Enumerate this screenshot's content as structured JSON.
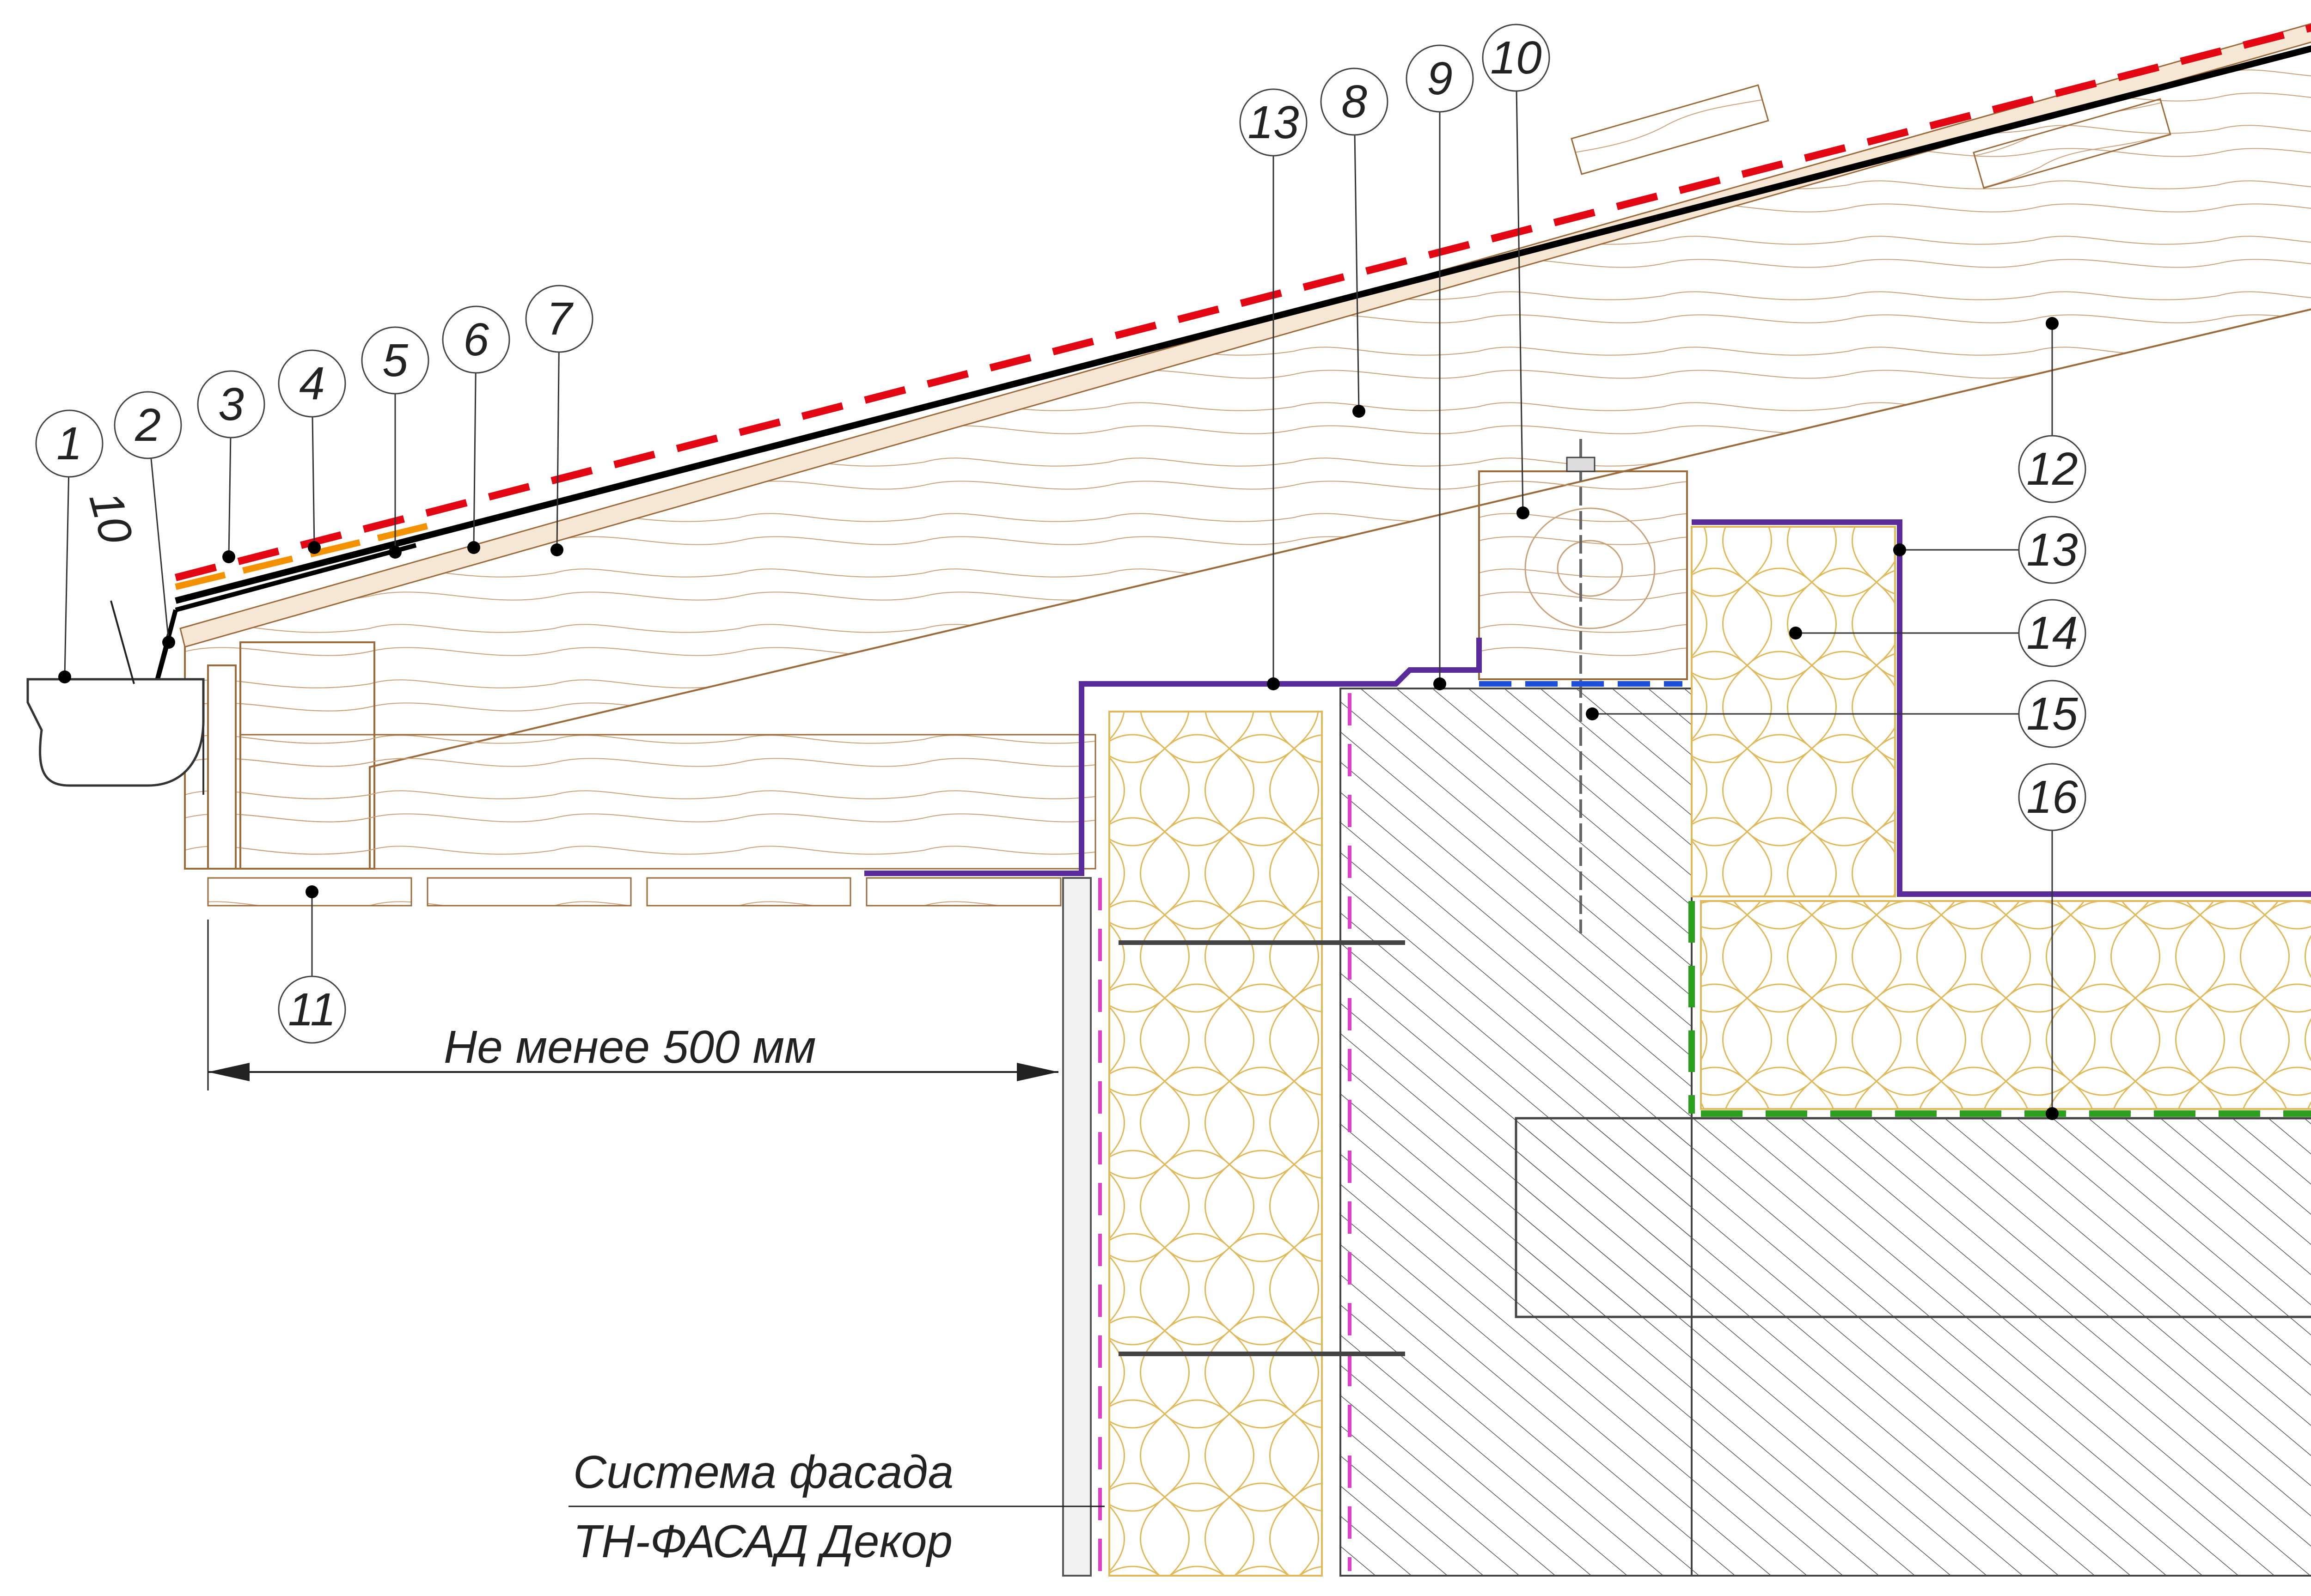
{
  "callouts": [
    {
      "id": "1",
      "text": "1"
    },
    {
      "id": "2",
      "text": "2"
    },
    {
      "id": "3",
      "text": "3"
    },
    {
      "id": "4",
      "text": "4"
    },
    {
      "id": "5",
      "text": "5"
    },
    {
      "id": "6",
      "text": "6"
    },
    {
      "id": "7",
      "text": "7"
    },
    {
      "id": "8",
      "text": "8"
    },
    {
      "id": "9",
      "text": "9"
    },
    {
      "id": "10",
      "text": "10"
    },
    {
      "id": "11",
      "text": "11"
    },
    {
      "id": "12",
      "text": "12"
    },
    {
      "id": "13a",
      "text": "13"
    },
    {
      "id": "13b",
      "text": "13"
    },
    {
      "id": "14",
      "text": "14"
    },
    {
      "id": "15",
      "text": "15"
    },
    {
      "id": "16",
      "text": "16"
    }
  ],
  "labels": {
    "slope_dimension": "10",
    "overhang_dimension": "Не менее 500 мм",
    "facade_system_line1": "Система фасада",
    "facade_system_line2": "ТН-ФАСАД Декор"
  },
  "colors": {
    "wood": "#9c6b3c",
    "roofing_red": "#e30613",
    "membrane_orange": "#f39200",
    "vapor_barrier_purple": "#5b2a9b",
    "seal_blue": "#1d4fd8",
    "waterproof_green": "#2ba01e",
    "insulation": "#e8c77a",
    "hatch": "#555555",
    "magenta_layer": "#e040c8"
  }
}
